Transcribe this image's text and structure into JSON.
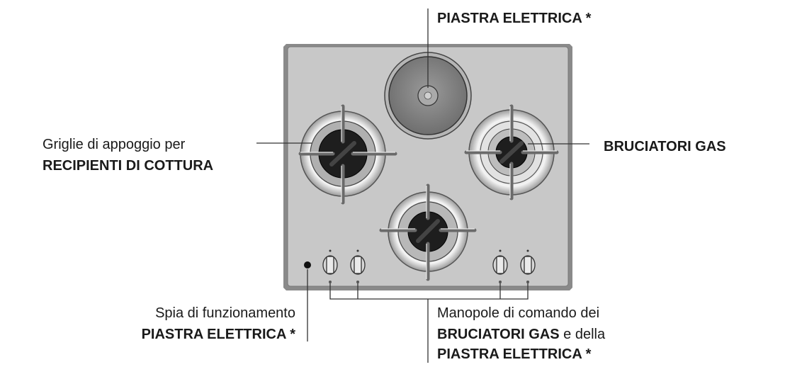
{
  "labels": {
    "top_electric_plate": "PIASTRA ELETTRICA *",
    "grids_line1": "Griglie di appoggio per",
    "grids_line2": "RECIPIENTI DI COTTURA",
    "gas_burners": "BRUCIATORI GAS",
    "pilot_line1": "Spia di funzionamento",
    "pilot_line2": "PIASTRA ELETTRICA *",
    "knobs_line1": "Manopole di comando dei",
    "knobs_line2_bold": "BRUCIATORI GAS",
    "knobs_line2_normal": " e della",
    "knobs_line3": "PIASTRA ELETTRICA *"
  },
  "colors": {
    "hob_surface": "#c8c8c8",
    "hob_edge": "#8a8a8a",
    "burner_cap": "#1e1e1e",
    "plate": "#8c8c8c",
    "line": "#333333"
  }
}
